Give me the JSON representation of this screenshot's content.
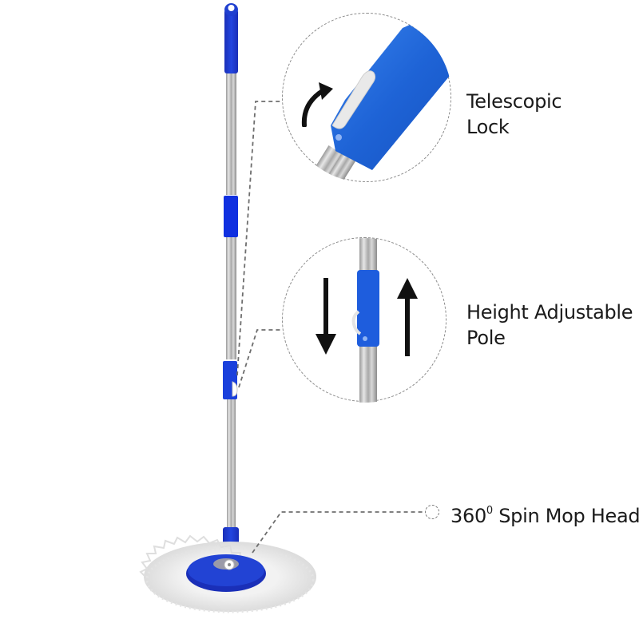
{
  "product": {
    "name": "Spin Mop",
    "colors": {
      "accent_blue": "#1e63d6",
      "handle_blue": "#1f3fd0",
      "steel_light": "#d9d9d9",
      "steel_dark": "#8f8f8f",
      "mop_fiber": "#ececec",
      "dash_line": "#777777",
      "text": "#1a1a1a"
    }
  },
  "callouts": [
    {
      "id": "telescopic-lock",
      "line1": "Telescopic",
      "line2": "Lock",
      "detail_icon": "curved-arrow-icon"
    },
    {
      "id": "height-adjustable-pole",
      "line1": "Height Adjustable",
      "line2": "Pole",
      "detail_icons": [
        "down-arrow-icon",
        "up-arrow-icon"
      ]
    },
    {
      "id": "spin-mop-head",
      "prefix": "360",
      "superscript": "0",
      "suffix": " Spin Mop Head"
    }
  ]
}
